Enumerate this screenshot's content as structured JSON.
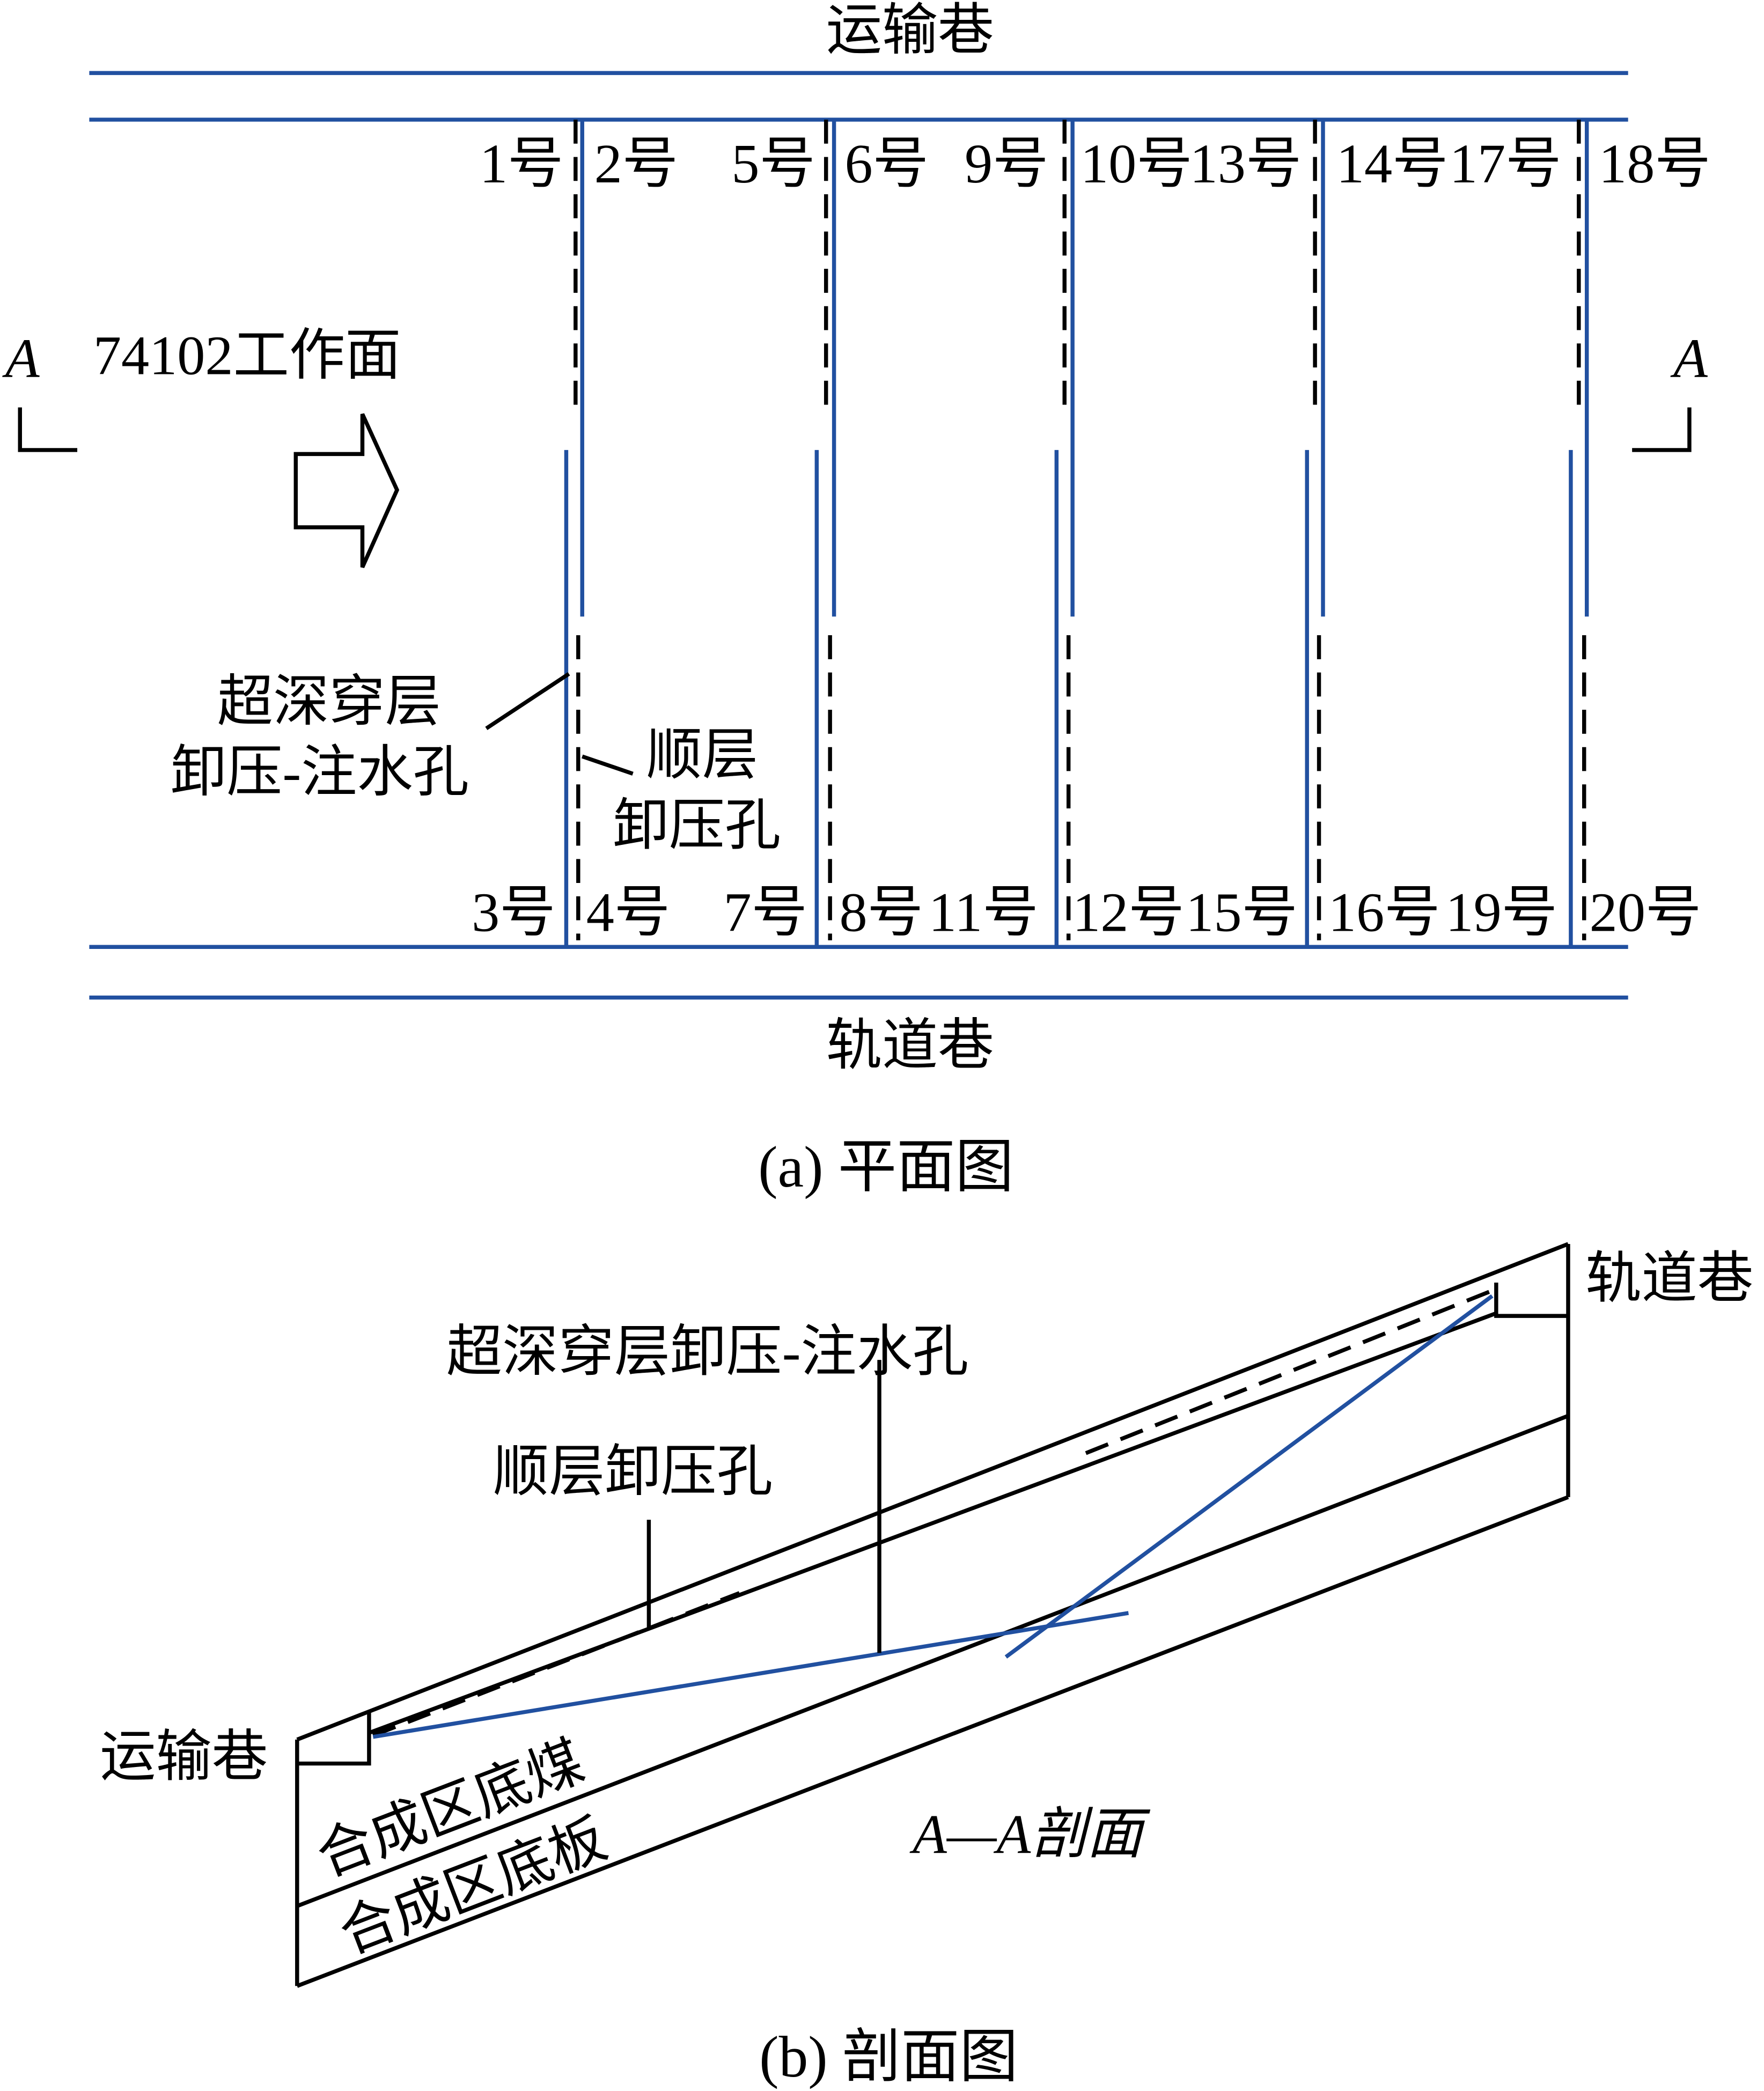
{
  "plan": {
    "top_roadway": "运输巷",
    "bottom_roadway": "轨道巷",
    "face": "74102工作面",
    "section_mark": "A",
    "top_hole_labels": [
      "1号",
      "2号",
      "5号",
      "6号",
      "9号",
      "10号",
      "13号",
      "14号",
      "17号",
      "18号"
    ],
    "bottom_hole_labels": [
      "3号",
      "4号",
      "7号",
      "8号",
      "11号",
      "12号",
      "15号",
      "16号",
      "19号",
      "20号"
    ],
    "deep_hole_label_1": "超深穿层",
    "deep_hole_label_2": "卸压-注水孔",
    "bedding_label_1": "顺层",
    "bedding_label_2": "卸压孔",
    "caption": "(a) 平面图"
  },
  "section": {
    "right_roadway": "轨道巷",
    "left_roadway": "运输巷",
    "deep_hole_label": "超深穿层卸压-注水孔",
    "bedding_label": "顺层卸压孔",
    "coal_label": "合成区底煤",
    "floor_label": "合成区底板",
    "section_title": "A—A剖面",
    "caption": "(b) 剖面图"
  },
  "colors": {
    "borehole": "#2150a0"
  }
}
